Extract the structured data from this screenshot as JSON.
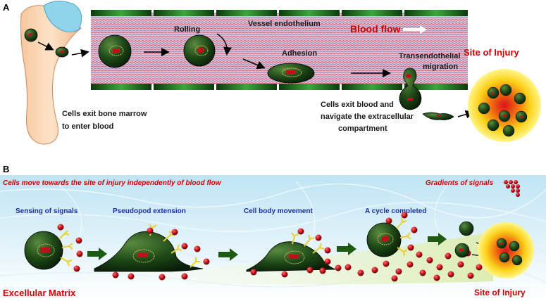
{
  "panel_a": {
    "letter": "A",
    "rolling": "Rolling",
    "vessel": "Vessel endothelium",
    "blood_flow": "Blood flow",
    "adhesion": "Adhesion",
    "trans_line1": "Transendothelial",
    "trans_line2": "migration",
    "site": "Site of Injury",
    "bone_line1": "Cells exit bone marrow",
    "bone_line2": "to enter blood",
    "exit_line1": "Cells exit blood and",
    "exit_line2": "navigate the extracellular",
    "exit_line3": "compartment"
  },
  "panel_b": {
    "letter": "B",
    "headline": "Cells move towards the site of injury independently of blood flow",
    "gradients": "Gradients of signals",
    "step1": "Sensing of signals",
    "step2": "Pseudopod extension",
    "step3": "Cell body movement",
    "step4": "A cycle completed",
    "matrix": "Excellular Matrix",
    "site": "Site of Injury"
  },
  "colors": {
    "cell": "#1f4a18",
    "signal": "#c0101a",
    "label_dark": "#1a1a1a",
    "label_red": "#cc0000",
    "label_blue": "#1a2fa0",
    "vessel_pink": "#e8b8c4"
  }
}
